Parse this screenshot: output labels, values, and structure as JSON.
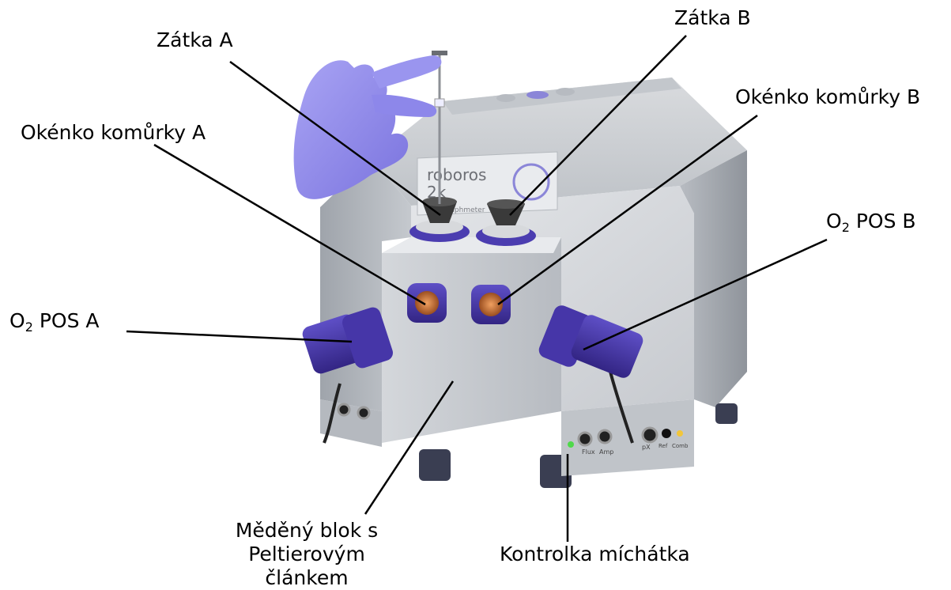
{
  "labels": {
    "zatka_a": "Zátka A",
    "zatka_b": "Zátka B",
    "okenko_a": "Okénko komůrky A",
    "okenko_b": "Okénko komůrky B",
    "pos_a": {
      "prefix": "O",
      "sub": "2",
      "suffix": " POS A"
    },
    "pos_b": {
      "prefix": "O",
      "sub": "2",
      "suffix": " POS B"
    },
    "medeny_blok_line1": "Měděný blok s",
    "medeny_blok_line2": "Peltierovým článkem",
    "kontrolka": "Kontrolka míchátka"
  },
  "device_text": {
    "brand_partial": "roboros",
    "model_partial": "2k",
    "sub_partial": "graphmeter",
    "panel_left": [
      "Flux",
      "Amp"
    ],
    "panel_right": [
      "pX",
      "Ref",
      "Comb"
    ]
  },
  "colors": {
    "glove": "#8c86ea",
    "port_purple": "#4a3aa8",
    "housing": "#c9ccd1",
    "stopper": "#3a3a3a",
    "copper": "#c8783c"
  }
}
